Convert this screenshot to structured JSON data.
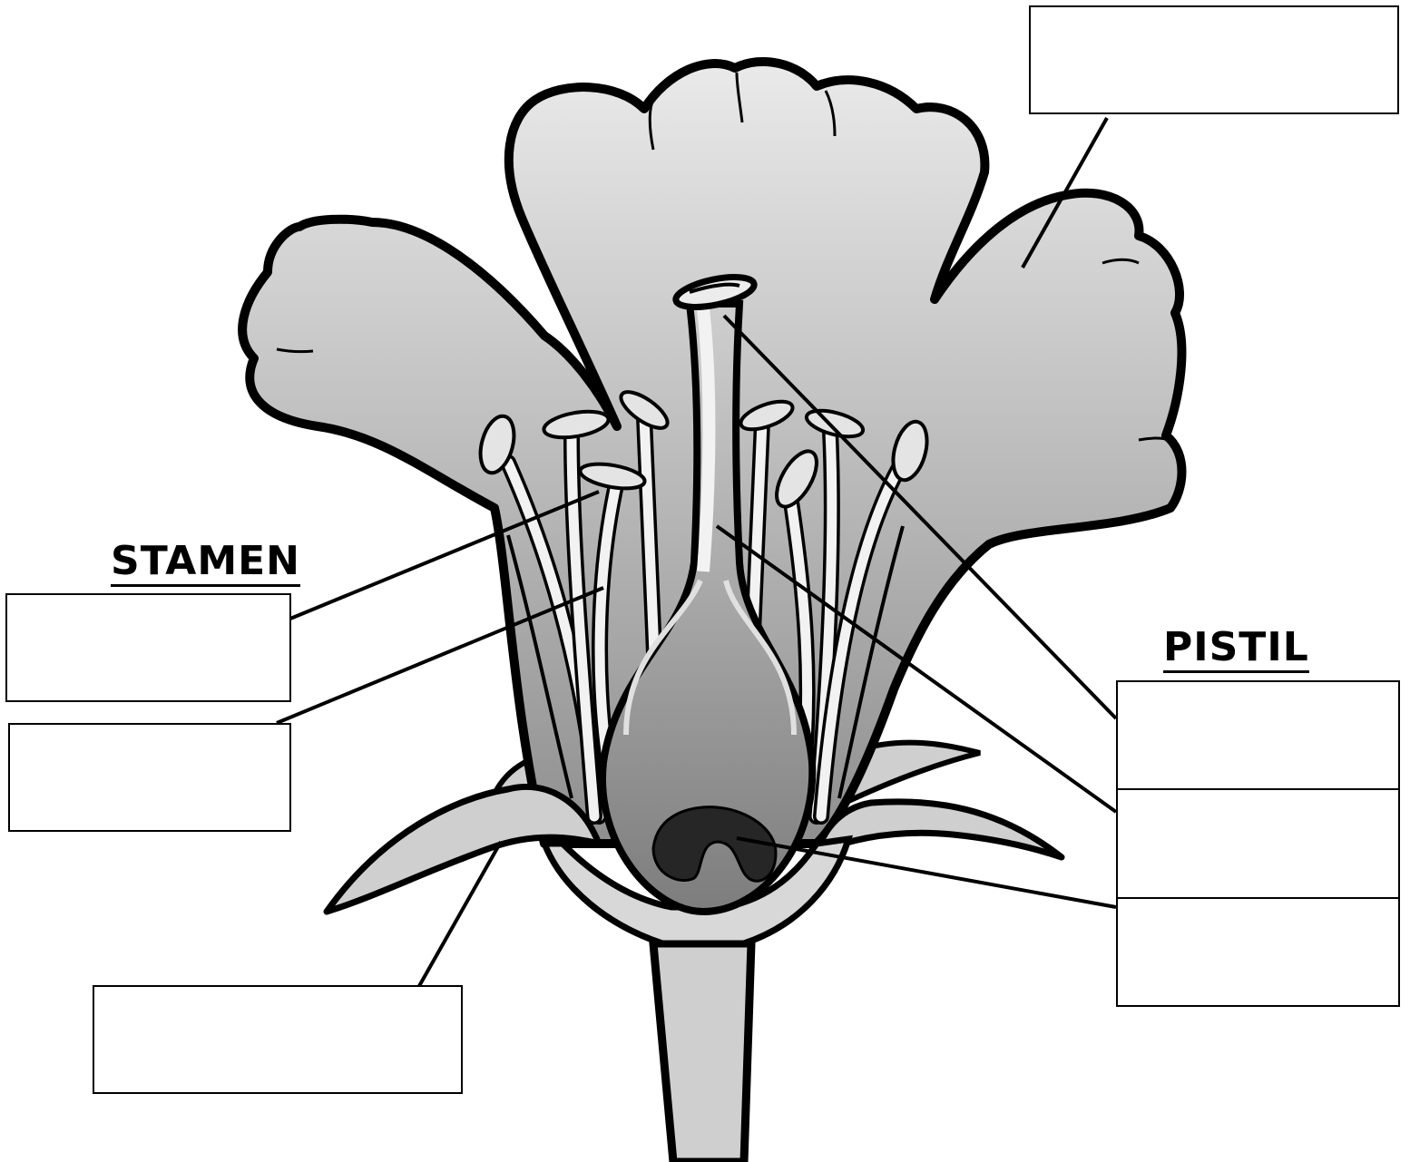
{
  "headings": {
    "stamen": "STAMEN",
    "pistil": "PISTIL"
  },
  "labels": [
    {
      "id": "petal",
      "text": ""
    },
    {
      "id": "anther",
      "text": ""
    },
    {
      "id": "filament",
      "text": ""
    },
    {
      "id": "sepal",
      "text": ""
    },
    {
      "id": "stigma",
      "text": ""
    },
    {
      "id": "style",
      "text": ""
    },
    {
      "id": "ovary",
      "text": ""
    }
  ],
  "colors": {
    "outline": "#000000",
    "petal_light": "#e6e6e6",
    "petal_dark": "#9a9a9a",
    "stamen": "#f2f2f2",
    "ovule": "#222222"
  }
}
